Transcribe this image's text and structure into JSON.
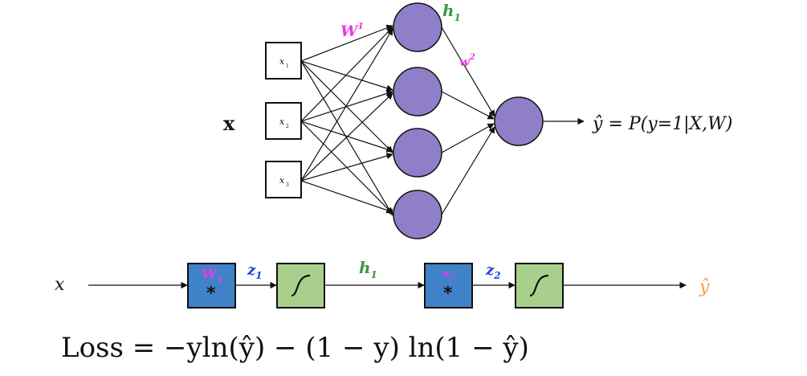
{
  "network": {
    "input_label": "x",
    "input_nodes": [
      "x1",
      "x2",
      "x3"
    ],
    "weight1_label": "W",
    "weight1_sup": "1",
    "hidden_label": "h",
    "hidden_sub": "1",
    "weight2_label": "w",
    "weight2_sup": "2",
    "output_equation": "ŷ = P(y=1|X,W)"
  },
  "pipeline": {
    "input_label": "x",
    "w1_label": "W",
    "w1_sub": "1",
    "op1_symbol": "*",
    "z1_label": "z",
    "z1_sub": "1",
    "h1_label": "h",
    "h1_sub": "1",
    "w2_label": "w",
    "w2_sub": "2",
    "op2_symbol": "*",
    "z2_label": "z",
    "z2_sub": "2",
    "output_label": "ŷ"
  },
  "loss": {
    "text": "Loss = −yln(ŷ) − (1 − y) ln(1 − ŷ)"
  },
  "colors": {
    "neuron_fill": "#8f7fc8",
    "weight_label": "#e63ce6",
    "hidden_label": "#3a9a3a",
    "z_label": "#1f3fd8",
    "multiply_box": "#3f82c8",
    "sigmoid_box": "#a9cf8c",
    "output_label": "#f0a040"
  }
}
